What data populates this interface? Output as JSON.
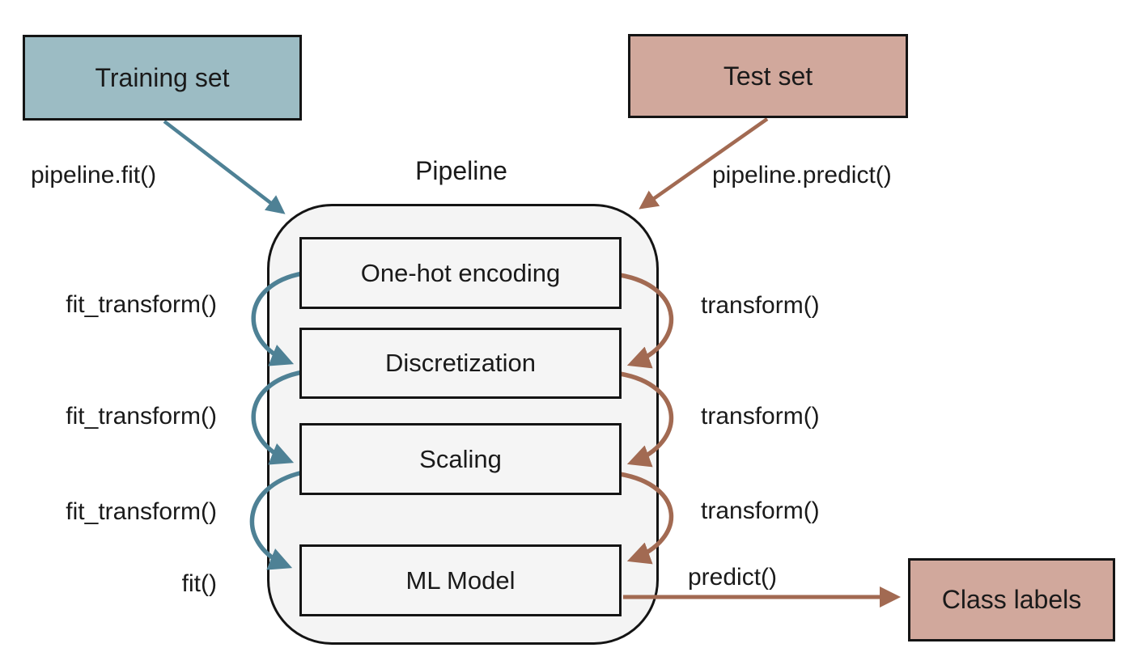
{
  "diagram": {
    "title": "Pipeline",
    "nodes": {
      "training_set": {
        "label": "Training set"
      },
      "test_set": {
        "label": "Test set"
      },
      "class_labels": {
        "label": "Class labels"
      },
      "steps": [
        {
          "label": "One-hot encoding"
        },
        {
          "label": "Discretization"
        },
        {
          "label": "Scaling"
        },
        {
          "label": "ML Model"
        }
      ]
    },
    "edge_labels": {
      "pipeline_fit": "pipeline.fit()",
      "pipeline_predict": "pipeline.predict()",
      "left": [
        "fit_transform()",
        "fit_transform()",
        "fit_transform()",
        "fit()"
      ],
      "right": [
        "transform()",
        "transform()",
        "transform()",
        "predict()"
      ]
    }
  },
  "colors": {
    "train_fill": "#9cbcc4",
    "test_fill": "#d1a89c",
    "class_fill": "#d1a89c",
    "pipeline_fill": "#f4f4f4",
    "step_fill": "#f5f5f5",
    "border": "#141414",
    "teal_arrow": "#4e8195",
    "brown_arrow": "#a26a52",
    "text": "#1a1a1a"
  }
}
